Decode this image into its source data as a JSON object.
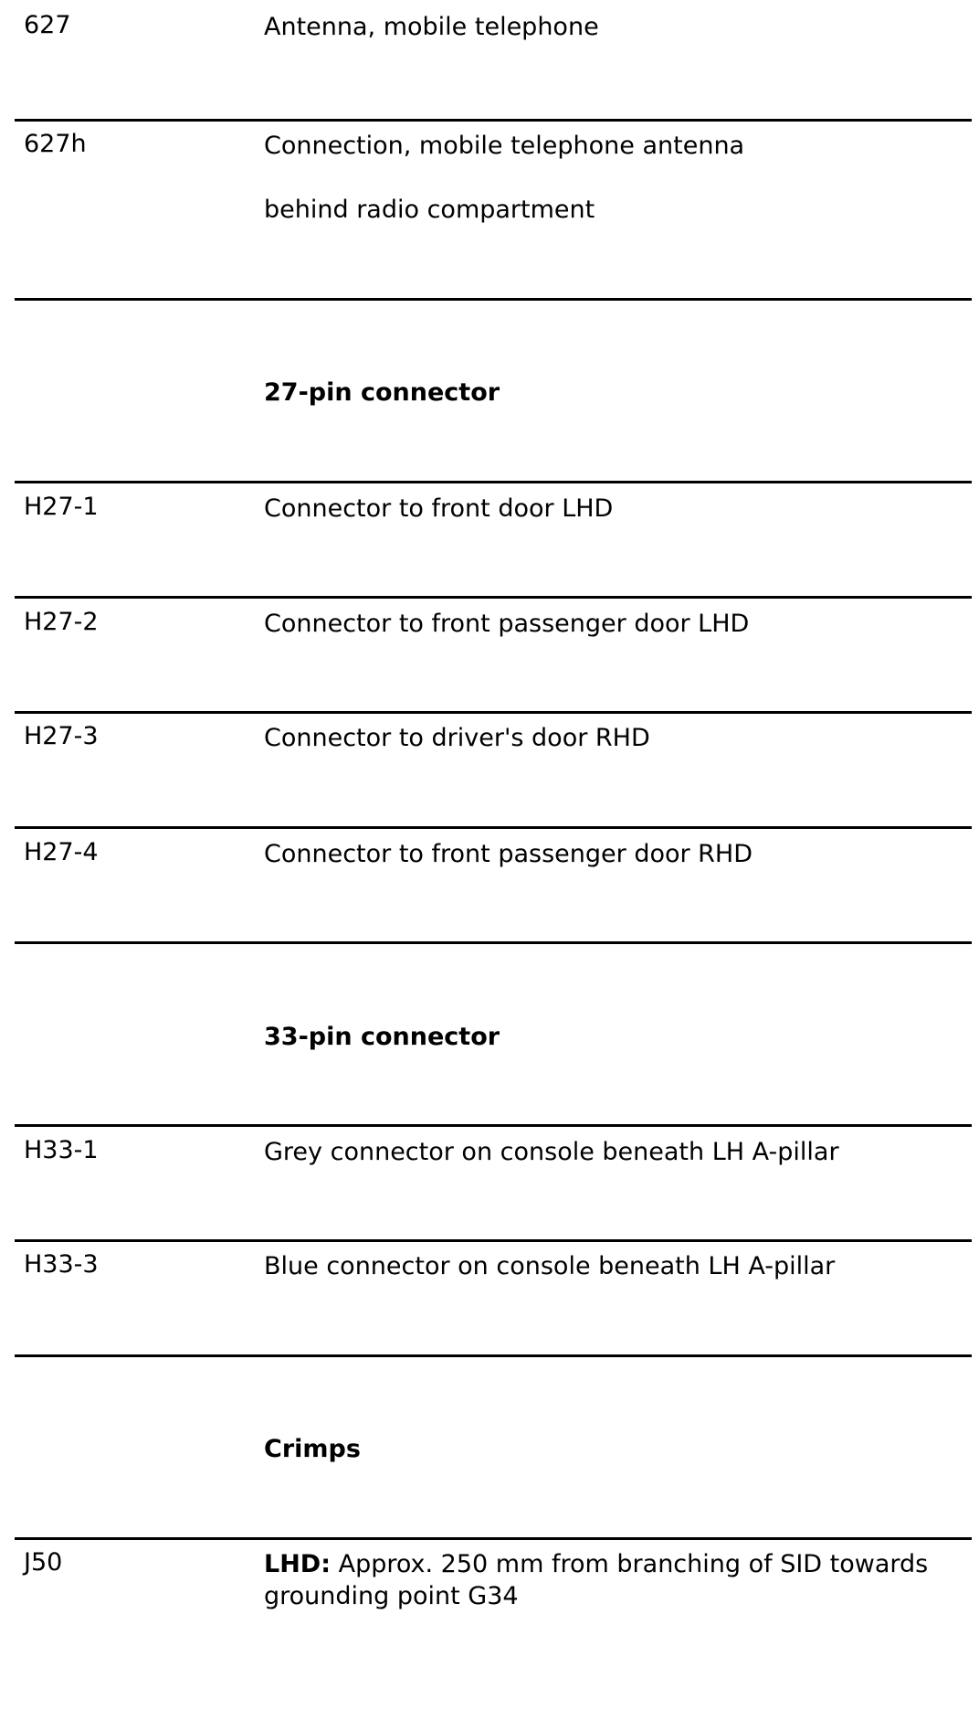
{
  "rows": [
    {
      "code": "627",
      "lines": [
        "Antenna, mobile telephone"
      ]
    },
    {
      "code": "627h",
      "lines": [
        "Connection, mobile telephone antenna",
        "behind radio compartment"
      ]
    }
  ],
  "sections": [
    {
      "heading": "27-pin connector",
      "rows": [
        {
          "code": "H27-1",
          "text": "Connector to front door LHD"
        },
        {
          "code": "H27-2",
          "text": "Connector to front passenger door LHD"
        },
        {
          "code": "H27-3",
          "text": "Connector to driver's door RHD"
        },
        {
          "code": "H27-4",
          "text": "Connector to front passenger door RHD"
        }
      ]
    },
    {
      "heading": "33-pin connector",
      "rows": [
        {
          "code": "H33-1",
          "text": "Grey connector on console beneath LH A-pillar"
        },
        {
          "code": "H33-3",
          "text": "Blue connector on console beneath LH A-pillar"
        }
      ]
    },
    {
      "heading": "Crimps",
      "rows": [
        {
          "code": "J50",
          "label": "LHD:",
          "text": " Approx. 250 mm from branching of SID towards grounding point G34"
        }
      ]
    }
  ]
}
